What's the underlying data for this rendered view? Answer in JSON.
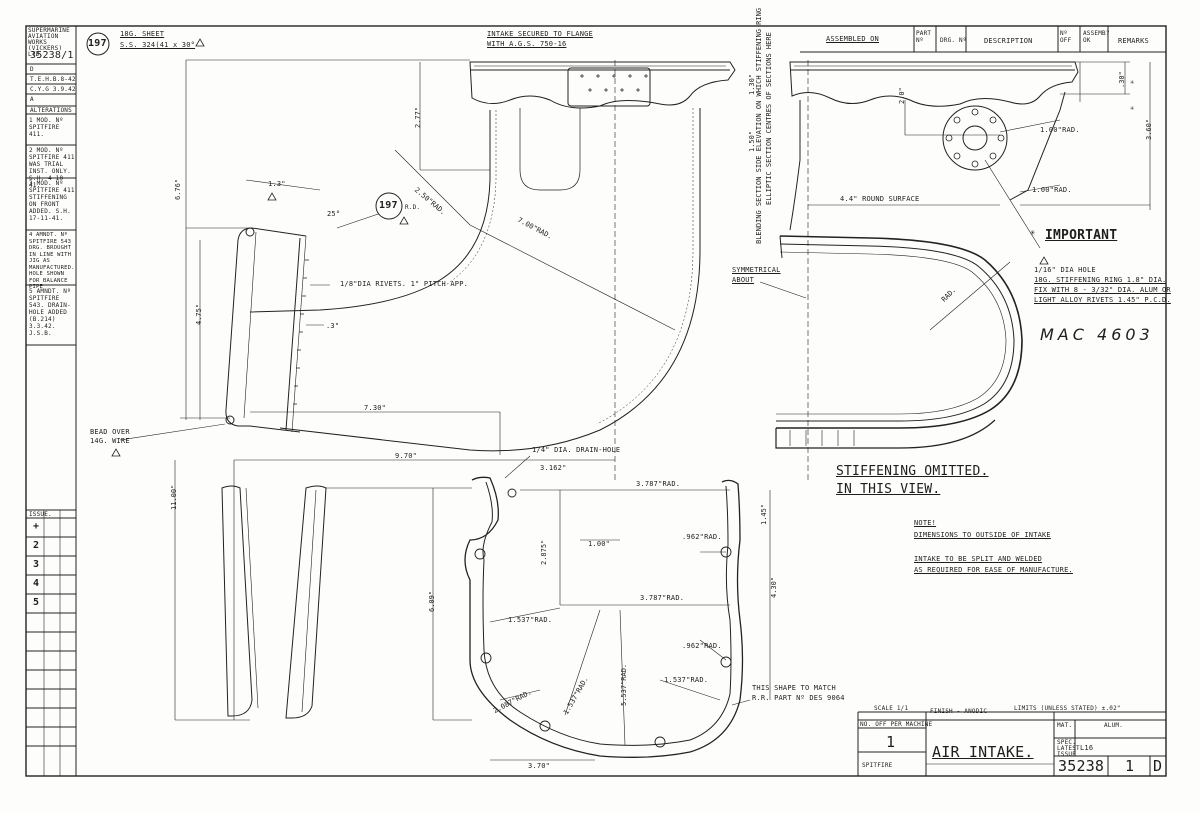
{
  "sheet": {
    "issuer": "SUPERMARINE AVIATION WORKS (VICKERS) LTD.",
    "drawing_no_left": "35238/1"
  },
  "history": {
    "drawn": "D",
    "traced": "T.E.H.B.8-42",
    "checked": "C.Y.G 3.9.42",
    "approved": "A",
    "alterations_title": "ALTERATIONS",
    "alterations": [
      "1 MOD. Nº SPITFIRE 411.",
      "2 MOD. Nº SPITFIRE 411 WAS TRIAL INST. ONLY. S.H. 4-10-41.",
      "3 MOD. Nº SPITFIRE 411 STIFFENING ON FRONT ADDED. S.H. 17-11-41.",
      "4 AMNDT. Nº SPITFIRE 543 DRG. BROUGHT IN LINE WITH JIG AS MANUFACTURED. HOLE SHOWN FOR BALANCE PIPE",
      "5 AMNDT. Nº SPITFIRE 543. DRAIN-HOLE ADDED (B.214) 3.3.42. J.S.B."
    ],
    "issue_title": "ISSUE.",
    "issues": [
      "+",
      "2",
      "3",
      "4",
      "5"
    ]
  },
  "top": {
    "part_no": "197",
    "material_line1": "18G. SHEET",
    "material_line2": "S.S. 324(41 x 30°"
  },
  "header_table": {
    "assembled_on": "ASSEMBLED ON",
    "part_no": "PART Nº",
    "drg_no": "DRG. Nº",
    "description": "DESCRIPTION",
    "no_off": "Nº OFF",
    "assembly_ok": "ASSEMB? OK",
    "remarks": "REMARKS"
  },
  "notes": {
    "intake_secured": "INTAKE SECURED TO FLANGE",
    "with_ags": "WITH A.G.S. 750-16",
    "part_bubble": "197",
    "rd": "R.D.",
    "rivets": "1/8\"DIA RIVETS. 1\" PITCH APP.",
    "bead_over": "BEAD OVER",
    "wire": "14G. WIRE",
    "symmetrical": "SYMMETRICAL",
    "about": "ABOUT",
    "round_surface": "4.4\" ROUND SURFACE",
    "important": "IMPORTANT",
    "hole": "1/16\" DIA HOLE",
    "imp1": "18G. STIFFENING RING 1.8\" DIA.",
    "imp2": "FIX WITH 8 - 3/32\" DIA. ALUM OR",
    "imp3": "LIGHT ALLOY RIVETS 1.45\" P.C.D.",
    "mac": "MAC 4603",
    "stiff1": "STIFFENING OMITTED.",
    "stiff2": "IN THIS VIEW.",
    "note": "NOTE!",
    "note1": "DIMENSIONS TO OUTSIDE OF INTAKE",
    "note2": "INTAKE TO BE SPLIT AND WELDED",
    "note3": "AS REQUIRED FOR EASE OF MANUFACTURE.",
    "drain": "1/4\" DIA. DRAIN-HOLE",
    "shape1": "THIS SHAPE TO MATCH",
    "shape2": "R.R. PART Nº DES 9064",
    "centres": "ELLIPTIC SECTION CENTRES OF SECTIONS HERE",
    "blend": "BLENDING SECTION SIDE ELEVATION ON WHICH STIFFENING RING"
  },
  "dims": {
    "d277": "2.77\"",
    "d250r": "2.50\"RAD.",
    "d700r": "7.00\"RAD.",
    "d676": "6.76\"",
    "d13": "1.3\"",
    "d25": "25°",
    "d475": "4.75\"",
    "d3": ".3\"",
    "d730": "7.30\"",
    "d970": "9.70\"",
    "d1100": "11.00\"",
    "d130": "1.30\"",
    "d150": "1.50\"",
    "d20": "2.0\"",
    "d30": ".30\"",
    "d360": "3.60\"",
    "d100r": "1.00\"RAD.",
    "d100r2": "1.00\"RAD.",
    "rad": "RAD.",
    "d3162": "3.162\"",
    "d3787r": "3.787\"RAD.",
    "d3787r2": "3.787\"RAD.",
    "d2875": "2.875\"",
    "d100": "1.00\"",
    "d145": "1.45\"",
    "d962r": ".962\"RAD.",
    "d962r2": ".962\"RAD.",
    "d430": "4.30\"",
    "d609": "6.09\"",
    "d1537r": "1.537\"RAD.",
    "d1537r2": "1.537\"RAD.",
    "d1537r3": "1.537\"RAD.",
    "d2087r": "2.087\"RAD.",
    "d5537r": "5.537\"RAD.",
    "d370": "3.70\""
  },
  "title_block": {
    "scale": "SCALE 1/1",
    "finish": "FINISH - ANODIC",
    "limits": "LIMITS (UNLESS STATED) ±.02\"",
    "no_off_per": "NO. OFF PER MACHINE",
    "qty": "1",
    "machine": "SPITFIRE",
    "title": "AIR INTAKE.",
    "mat": "MAT.",
    "mat_val": "ALUM.",
    "spec": "SPEC. LATEST ISSUE",
    "spec_val": "L16",
    "drawing_no": "35238",
    "sheet_no": "1",
    "issue_letter": "D"
  }
}
